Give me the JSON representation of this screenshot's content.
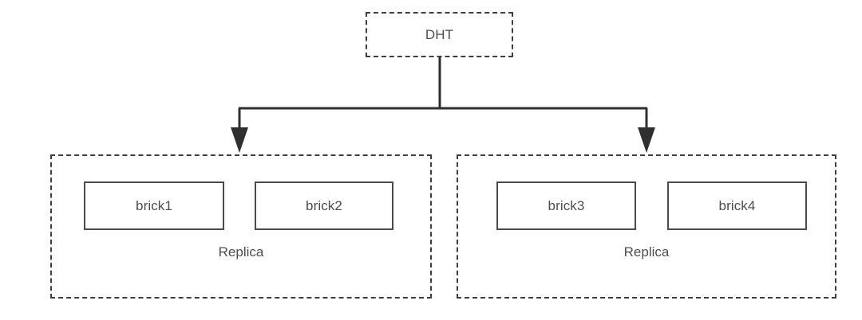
{
  "diagram": {
    "title_node": {
      "label": "DHT",
      "shape": "dashed-rectangle"
    },
    "groups": [
      {
        "caption": "Replica",
        "shape": "dashed-rectangle",
        "bricks": [
          {
            "label": "brick1"
          },
          {
            "label": "brick2"
          }
        ]
      },
      {
        "caption": "Replica",
        "shape": "dashed-rectangle",
        "bricks": [
          {
            "label": "brick3"
          },
          {
            "label": "brick4"
          }
        ]
      }
    ],
    "connectors": {
      "style": "solid-elbow-with-arrowheads",
      "from": "DHT",
      "to": [
        "Replica",
        "Replica"
      ]
    },
    "colors": {
      "background": "#ffffff",
      "text": "#4d4d4d",
      "dashed_border": "#3d3d3d",
      "solid_border": "#4a4a4a",
      "connector": "#2f2f2f"
    }
  }
}
